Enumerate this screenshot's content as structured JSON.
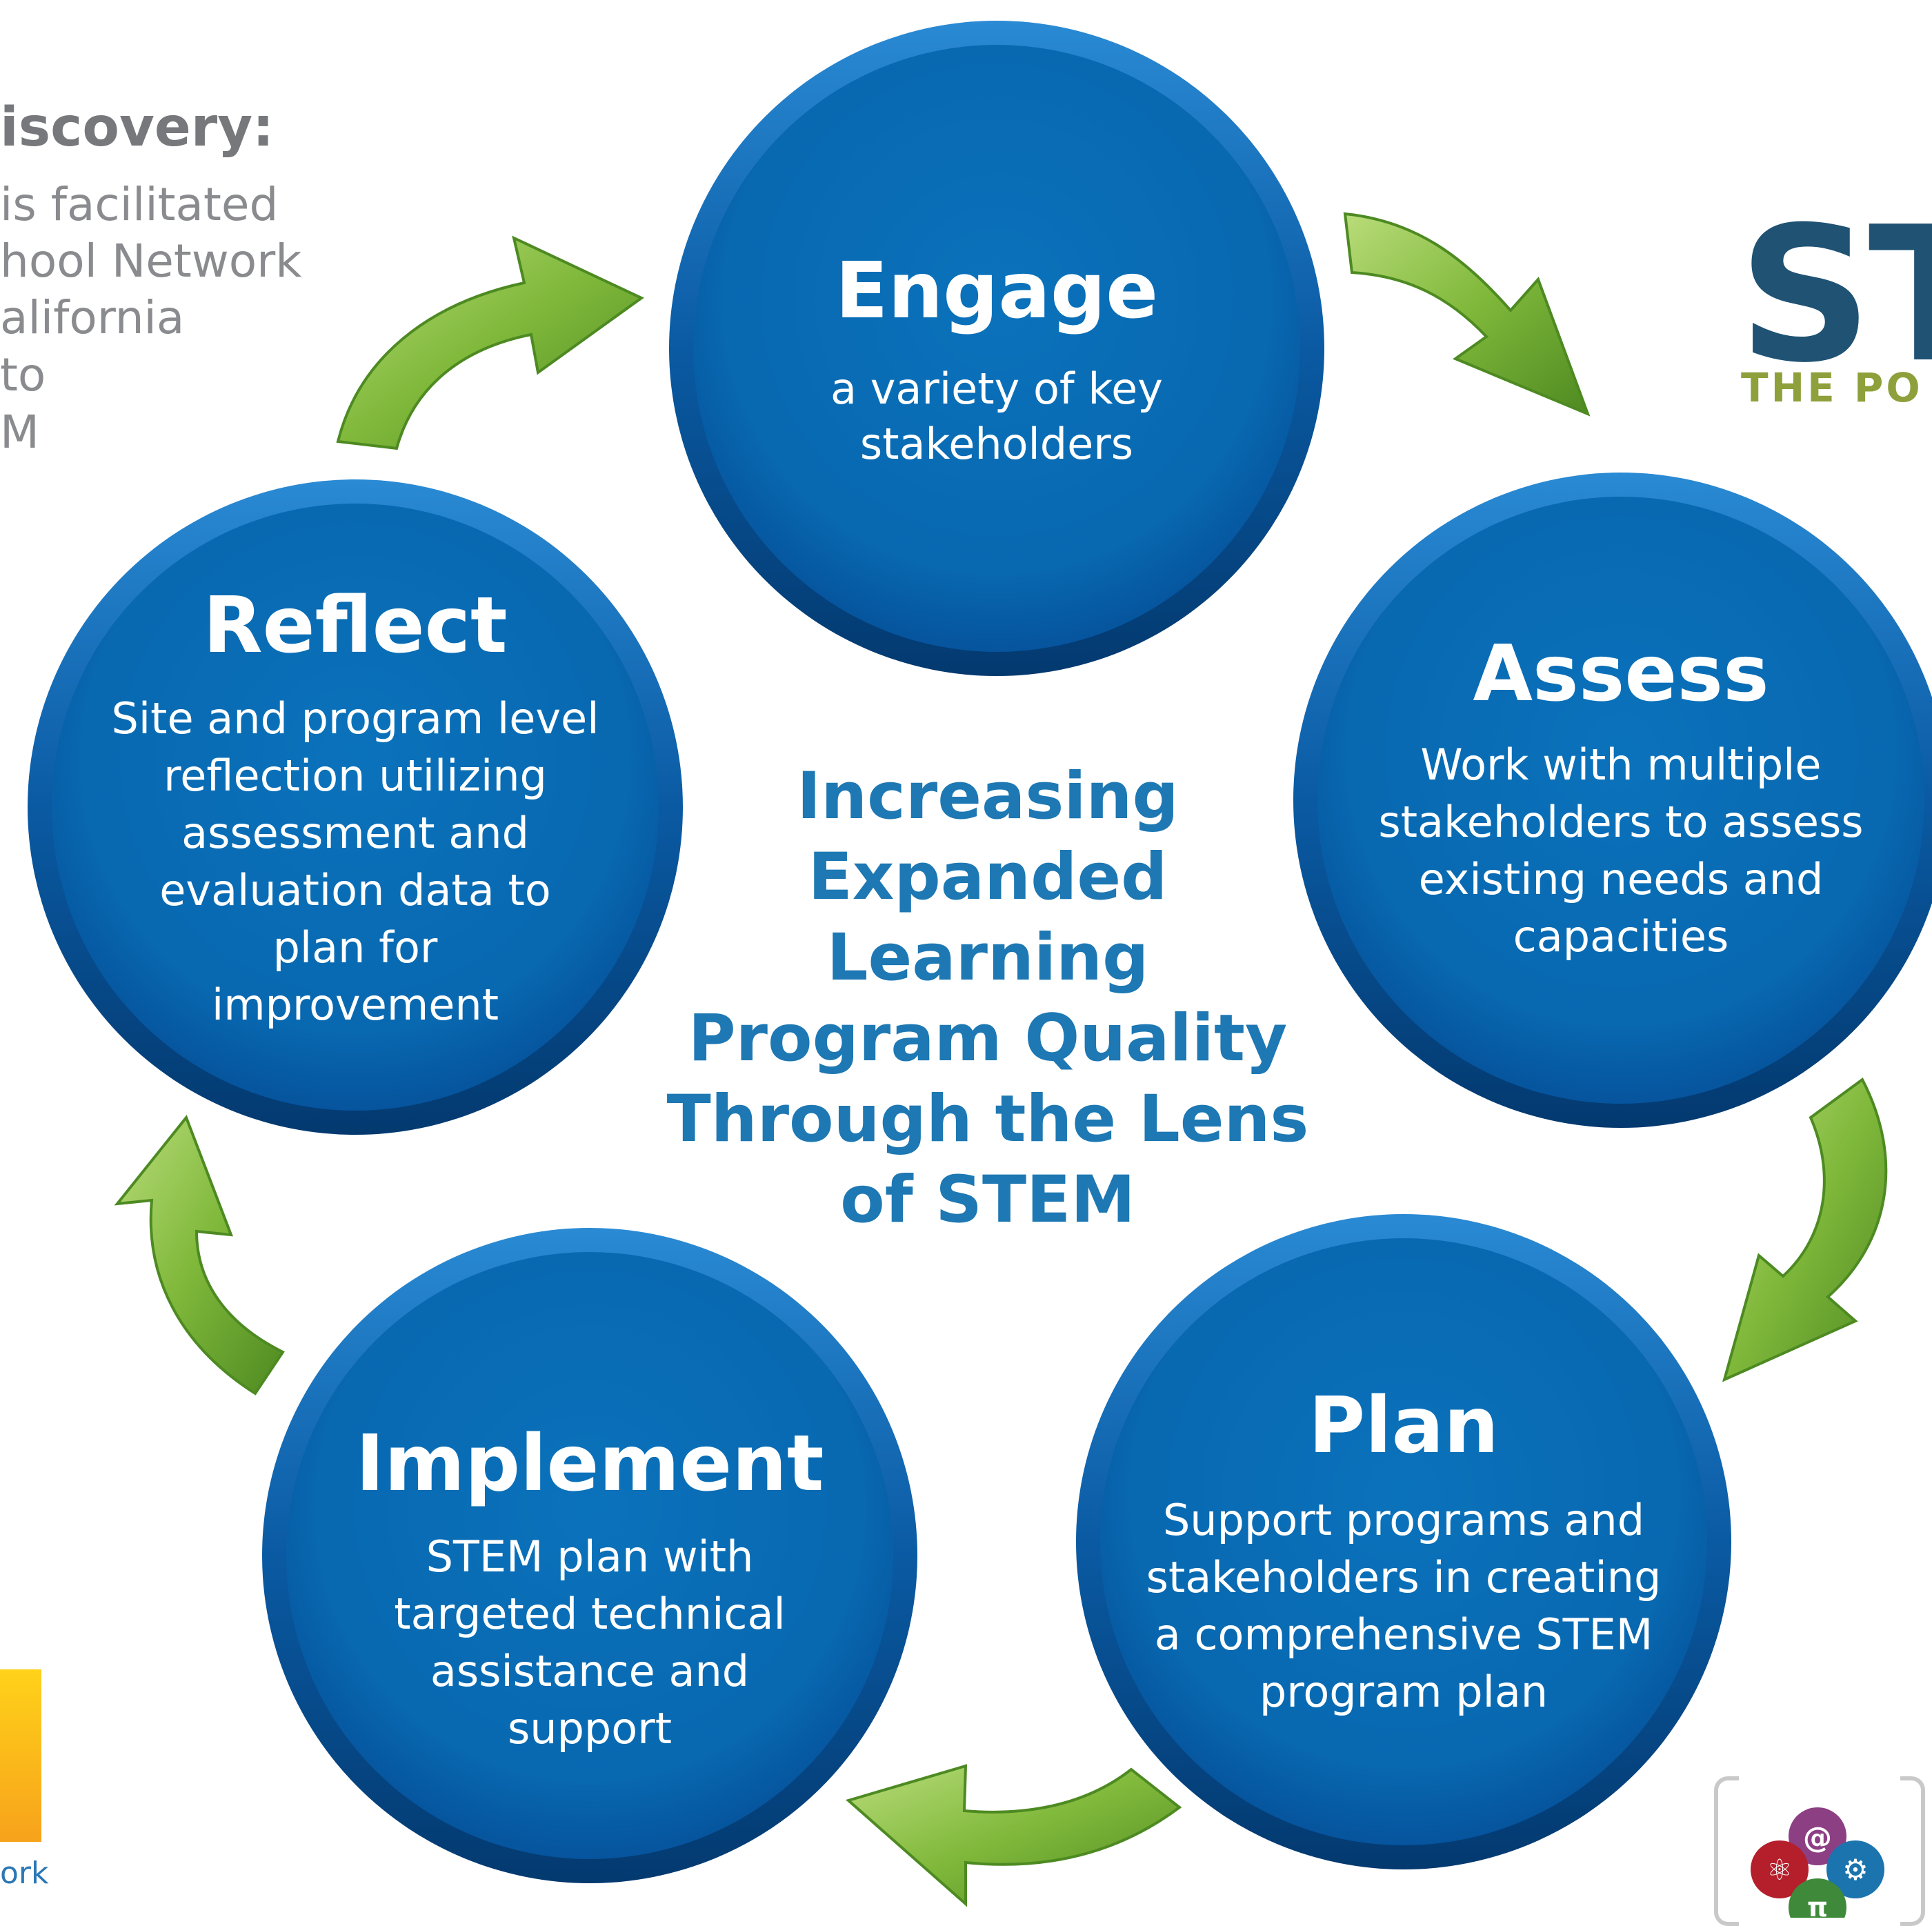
{
  "left_panel": {
    "heading": "iscovery:",
    "lines": [
      "is facilitated",
      "hool Network",
      "alifornia",
      "to",
      "M"
    ]
  },
  "center_text": [
    "Increasing",
    "Expanded",
    "Learning",
    "Program Quality",
    "Through the Lens",
    "of STEM"
  ],
  "steps": [
    {
      "title": "Engage",
      "body": [
        "a variety of key",
        "stakeholders"
      ]
    },
    {
      "title": "Assess",
      "body": [
        "Work with multiple",
        "stakeholders to assess",
        "existing needs and",
        "capacities"
      ]
    },
    {
      "title": "Plan",
      "body": [
        "Support programs and",
        "stakeholders in creating",
        "a comprehensive STEM",
        "program plan"
      ]
    },
    {
      "title": "Implement",
      "body": [
        "STEM plan with",
        "targeted technical",
        "assistance and",
        "support"
      ]
    },
    {
      "title": "Reflect",
      "body": [
        "Site and program level",
        "reflection utilizing",
        "assessment and",
        "evaluation data to",
        "plan for",
        "improvement"
      ]
    }
  ],
  "right_logo": {
    "big": "ST",
    "sub": "THE PO"
  },
  "bottom_left_text": "ork",
  "stem_icon": {
    "top_symbol": "@",
    "left_symbol": "⚛",
    "right_symbol": "⚙",
    "bottom_symbol": "π"
  },
  "colors": {
    "circle_blue": "#0b6fb6",
    "circle_rim": "#074d8f",
    "center_text": "#1d78b3",
    "arrow_green": "#7fb83a",
    "heading_gray": "#77787b",
    "logo_navy": "#1f5273",
    "logo_olive": "#8ea03b"
  }
}
